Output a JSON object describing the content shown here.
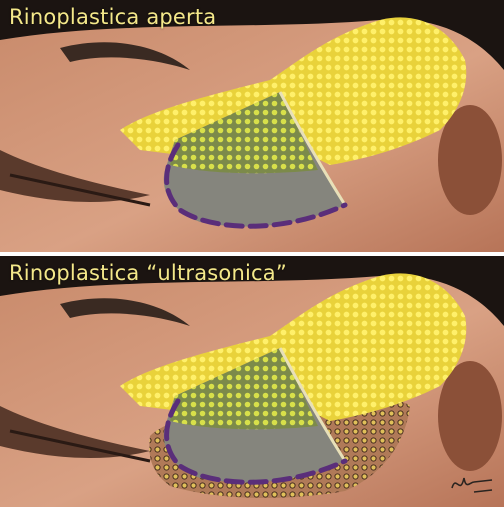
{
  "panels": [
    {
      "caption": "Rinoplastica aperta"
    },
    {
      "caption": "Rinoplastica “ultrasonica”"
    }
  ],
  "colors": {
    "dots": "#f2e63a",
    "skin_highlight": "#e2aa8c",
    "skin_shadow": "#7a4b36",
    "bone_area": "#8a8a82",
    "dissection_line": "#5a2e7a",
    "caption_text": "#f4e88a"
  },
  "signature": "M—"
}
